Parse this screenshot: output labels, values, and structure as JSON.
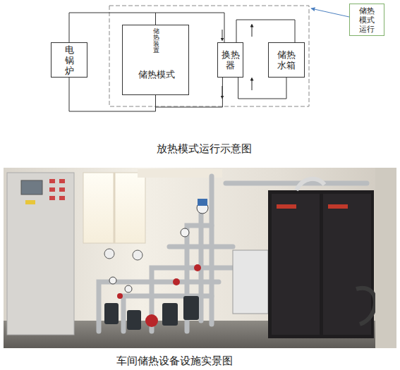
{
  "diagram": {
    "caption": "放热模式运行示意图",
    "nodes": [
      {
        "text": [
          "电锅炉"
        ]
      },
      {
        "text": [
          "储热装置",
          "储热模式"
        ]
      },
      {
        "text": [
          "换热器"
        ]
      },
      {
        "text": [
          "储热水箱"
        ]
      },
      {
        "text": [
          "储热模式运行"
        ]
      }
    ],
    "edges": [
      {
        "from": 0,
        "to": 1,
        "arrow": "none"
      },
      {
        "from": 1,
        "to": 2,
        "arrow": "none"
      },
      {
        "from": 2,
        "to": 3,
        "arrow": "none"
      }
    ],
    "labels": [
      "车间储热设备设施实景图"
    ]
  }
}
